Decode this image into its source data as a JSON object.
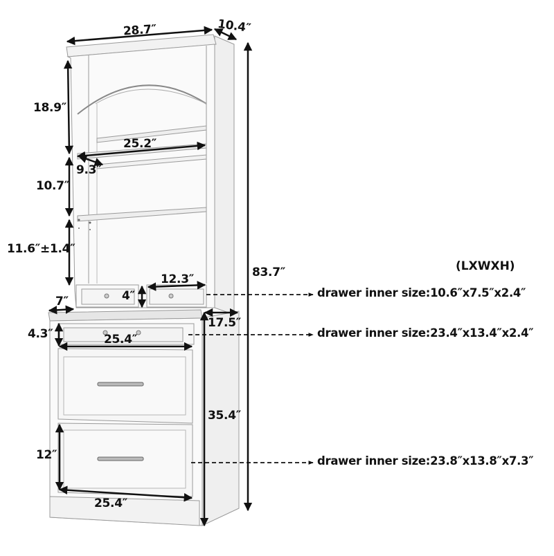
{
  "diagram": {
    "subject": "Tall bookcase cabinet with drawers - dimension diagram",
    "unit_legend": "(LXWXH)",
    "colors": {
      "line": "#111111",
      "furniture_fill": "#f7f7f7",
      "furniture_edge": "#9a9a9a",
      "background": "#ffffff"
    },
    "overall": {
      "width": "28.7″",
      "depth": "10.4″",
      "height": "83.7″"
    },
    "upper_hutch": {
      "top_section_height": "18.9″",
      "shelf_width": "25.2″",
      "shelf_depth": "9.3″",
      "middle_shelf_height": "10.7″",
      "adjustable_shelf_height": "11.6″±1.4″",
      "small_drawer_width": "12.3″",
      "small_drawer_height": "4″",
      "hutch_setback": "7″"
    },
    "base_cabinet": {
      "depth": "17.5″",
      "height": "35.4″",
      "top_drawer_height": "4.3″",
      "top_drawer_width": "25.4″",
      "bottom_drawer_height": "12″",
      "bottom_drawer_width": "25.4″"
    },
    "drawer_notes": [
      "drawer inner size:10.6″x7.5″x2.4″",
      "drawer inner size:23.4″x13.4″x2.4″",
      "drawer inner size:23.8″x13.8″x7.3″"
    ]
  }
}
